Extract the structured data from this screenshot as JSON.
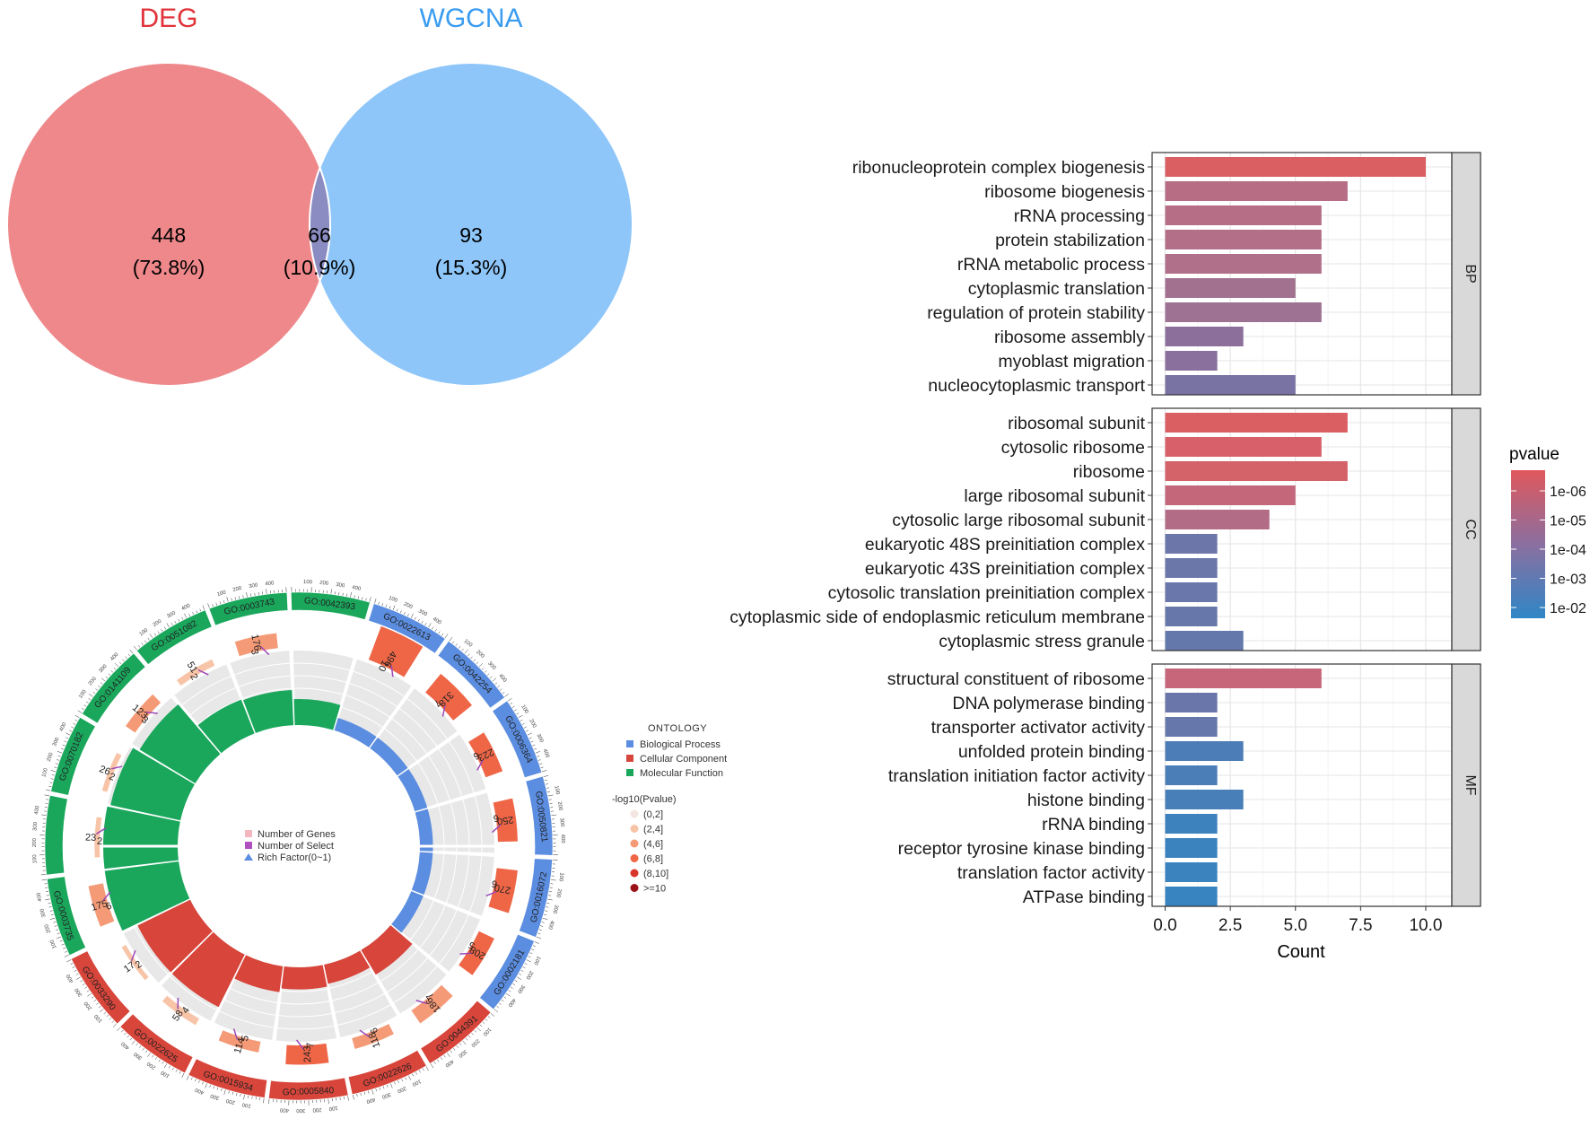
{
  "venn": {
    "set_a": "DEG",
    "set_b": "WGCNA",
    "only_a": {
      "count": "448",
      "pct": "(73.8%)"
    },
    "both": {
      "count": "66",
      "pct": "(10.9%)"
    },
    "only_b": {
      "count": "93",
      "pct": "(15.3%)"
    },
    "colors": {
      "a": "#ee888b",
      "b": "#8ec6fa",
      "overlap": "#8a8cc2",
      "a_title": "#e0343a",
      "b_title": "#3a9cf0"
    }
  },
  "circle_legend": {
    "ontology_title": "ONTOLOGY",
    "ontology": [
      {
        "label": "Biological Process",
        "color": "#5b8de0"
      },
      {
        "label": "Cellular Component",
        "color": "#d7453b"
      },
      {
        "label": "Molecular Function",
        "color": "#1aa75c"
      }
    ],
    "pvalue_title": "-log10(Pvalue)",
    "pvalue_bins": [
      {
        "label": "(0,2]",
        "color": "#f3e6e0"
      },
      {
        "label": "(2,4]",
        "color": "#f8c4a8"
      },
      {
        "label": "(4,6]",
        "color": "#f59a77"
      },
      {
        "label": "(6,8]",
        "color": "#ef6647"
      },
      {
        "label": "(8,10]",
        "color": "#d9352b"
      },
      {
        "label": ">=10",
        "color": "#9b1218"
      }
    ],
    "inner": [
      {
        "label": "Number of Genes",
        "color": "#f4b6bf"
      },
      {
        "label": "Number of Select",
        "color": "#b04fc0"
      },
      {
        "label": "Rich Factor(0~1)",
        "color": "#5b8de0"
      }
    ]
  },
  "circle_data": {
    "scale_ticks": [
      "100",
      "200",
      "300",
      "400"
    ],
    "terms": [
      {
        "id": "GO:0070182",
        "ontology": "MF",
        "genes": 26,
        "select": 2,
        "rich": 0.55
      },
      {
        "id": "GO:0141109",
        "ontology": "MF",
        "genes": 123,
        "select": 3,
        "rich": 0.5
      },
      {
        "id": "GO:0051082",
        "ontology": "MF",
        "genes": 51,
        "select": 2,
        "rich": 0.28
      },
      {
        "id": "GO:0003743",
        "ontology": "MF",
        "genes": 176,
        "select": 3,
        "rich": 0.27
      },
      {
        "id": "GO:0042393",
        "ontology": "MF",
        "genes": null,
        "select": null,
        "rich": 0.2
      },
      {
        "id": "GO:0022613",
        "ontology": "BP",
        "genes": 496,
        "select": 10,
        "rich": 0.1
      },
      {
        "id": "GO:0042254",
        "ontology": "BP",
        "genes": 318,
        "select": 7,
        "rich": 0.1
      },
      {
        "id": "GO:0006364",
        "ontology": "BP",
        "genes": 223,
        "select": 6,
        "rich": 0.1
      },
      {
        "id": "GO:0050821",
        "ontology": "BP",
        "genes": 250,
        "select": 6,
        "rich": 0.1
      },
      {
        "id": "GO:0016072",
        "ontology": "BP",
        "genes": 270,
        "select": 6,
        "rich": 0.1
      },
      {
        "id": "GO:0002181",
        "ontology": "BP",
        "genes": 208,
        "select": 5,
        "rich": 0.1
      },
      {
        "id": "GO:0044391",
        "ontology": "CC",
        "genes": 186,
        "select": 7,
        "rich": 0.22
      },
      {
        "id": "GO:0022626",
        "ontology": "CC",
        "genes": 118,
        "select": 6,
        "rich": 0.15
      },
      {
        "id": "GO:0005840",
        "ontology": "CC",
        "genes": 243,
        "select": 7,
        "rich": 0.17
      },
      {
        "id": "GO:0015934",
        "ontology": "CC",
        "genes": 114,
        "select": 5,
        "rich": 0.2
      },
      {
        "id": "GO:0022625",
        "ontology": "CC",
        "genes": 58,
        "select": 4,
        "rich": 0.45
      },
      {
        "id": "GO:0033290",
        "ontology": "CC",
        "genes": 17,
        "select": 2,
        "rich": 0.45
      },
      {
        "id": "GO:0003735",
        "ontology": "MF",
        "genes": 175,
        "select": 6,
        "rich": 0.6
      },
      {
        "id": "",
        "ontology": "MF",
        "genes": 23,
        "select": 2,
        "rich": 0.6
      }
    ]
  },
  "chart_data": {
    "type": "bar",
    "orientation": "horizontal",
    "xlabel": "Count",
    "xlim": [
      0,
      10.5
    ],
    "x_ticks": [
      "0.0",
      "2.5",
      "5.0",
      "7.5",
      "10.0"
    ],
    "legend_title": "pvalue",
    "legend_ticks": [
      "1e-06",
      "1e-05",
      "1e-04",
      "1e-03",
      "1e-02"
    ],
    "grid": true,
    "facets": [
      {
        "name": "BP",
        "terms": [
          {
            "label": "ribonucleoprotein complex biogenesis",
            "count": 10,
            "color": "#d95f63"
          },
          {
            "label": "ribosome biogenesis",
            "count": 7,
            "color": "#b76d84"
          },
          {
            "label": "rRNA processing",
            "count": 6,
            "color": "#b56e86"
          },
          {
            "label": "protein stabilization",
            "count": 6,
            "color": "#b36f88"
          },
          {
            "label": "rRNA metabolic process",
            "count": 6,
            "color": "#b1708a"
          },
          {
            "label": "cytoplasmic translation",
            "count": 5,
            "color": "#a1718f"
          },
          {
            "label": "regulation of protein stability",
            "count": 6,
            "color": "#9d7293"
          },
          {
            "label": "ribosome assembly",
            "count": 3,
            "color": "#8c709b"
          },
          {
            "label": "myoblast migration",
            "count": 2,
            "color": "#8a709c"
          },
          {
            "label": "nucleocytoplasmic transport",
            "count": 5,
            "color": "#7873a3"
          }
        ]
      },
      {
        "name": "CC",
        "terms": [
          {
            "label": "ribosomal subunit",
            "count": 7,
            "color": "#d95f63"
          },
          {
            "label": "cytosolic ribosome",
            "count": 6,
            "color": "#d8606a"
          },
          {
            "label": "ribosome",
            "count": 7,
            "color": "#d36269"
          },
          {
            "label": "large ribosomal subunit",
            "count": 5,
            "color": "#c4677b"
          },
          {
            "label": "cytosolic large ribosomal subunit",
            "count": 4,
            "color": "#b26c86"
          },
          {
            "label": "eukaryotic 48S preinitiation complex",
            "count": 2,
            "color": "#6d76a8"
          },
          {
            "label": "eukaryotic 43S preinitiation complex",
            "count": 2,
            "color": "#6b76a9"
          },
          {
            "label": "cytosolic translation preinitiation complex",
            "count": 2,
            "color": "#6a77aa"
          },
          {
            "label": "cytoplasmic side of endoplasmic reticulum membrane",
            "count": 2,
            "color": "#6877aa"
          },
          {
            "label": "cytoplasmic stress granule",
            "count": 3,
            "color": "#6478ac"
          }
        ]
      },
      {
        "name": "MF",
        "terms": [
          {
            "label": "structural constituent of ribosome",
            "count": 6,
            "color": "#c7667a"
          },
          {
            "label": "DNA polymerase binding",
            "count": 2,
            "color": "#6a76aa"
          },
          {
            "label": "transporter activator activity",
            "count": 2,
            "color": "#6677ab"
          },
          {
            "label": "unfolded protein binding",
            "count": 3,
            "color": "#4d7db6"
          },
          {
            "label": "translation initiation factor activity",
            "count": 2,
            "color": "#4b7eb7"
          },
          {
            "label": "histone binding",
            "count": 3,
            "color": "#487fb8"
          },
          {
            "label": "rRNA binding",
            "count": 2,
            "color": "#3d82bd"
          },
          {
            "label": "receptor tyrosine kinase binding",
            "count": 2,
            "color": "#3b83be"
          },
          {
            "label": "translation factor activity",
            "count": 2,
            "color": "#3a83bf"
          },
          {
            "label": "ATPase binding",
            "count": 2,
            "color": "#3884c0"
          }
        ]
      }
    ]
  }
}
